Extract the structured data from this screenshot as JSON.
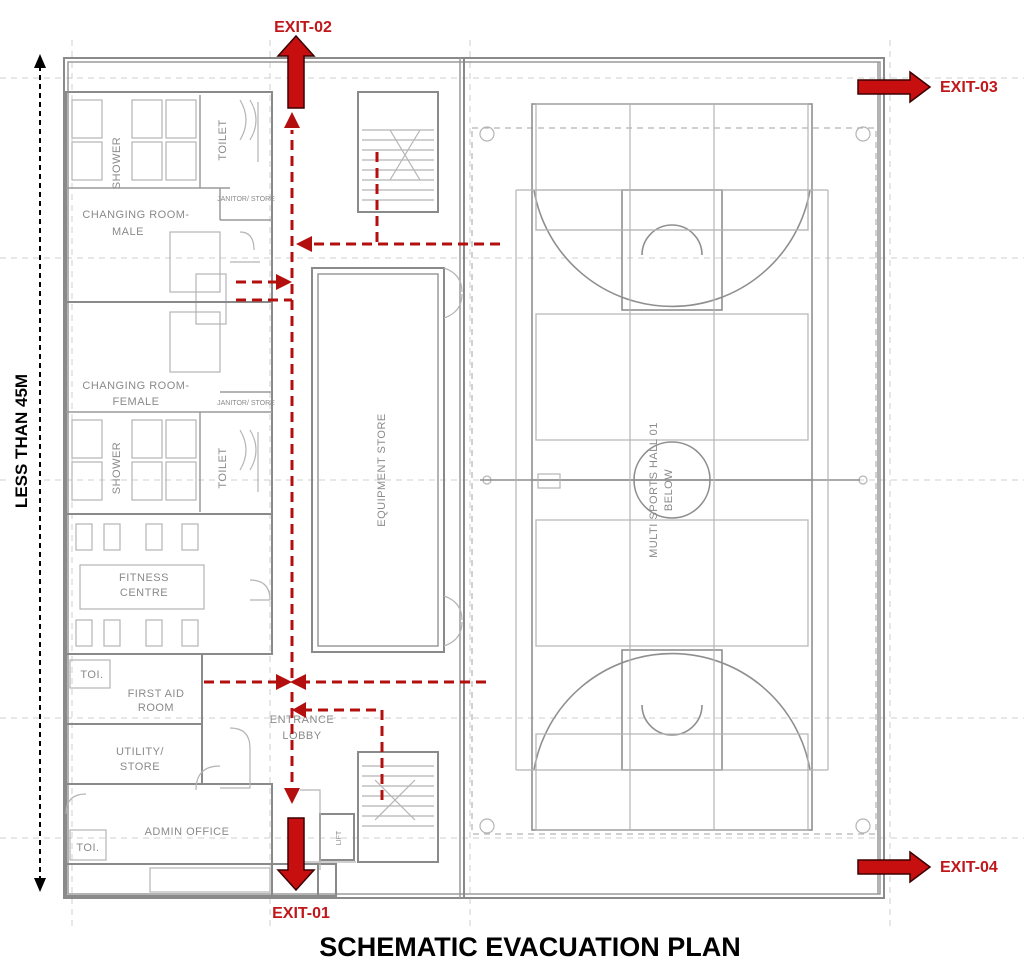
{
  "title": "SCHEMATIC EVACUATION PLAN",
  "dimension_label": "LESS THAN 45M",
  "exits": {
    "exit_01": "EXIT-01",
    "exit_02": "EXIT-02",
    "exit_03": "EXIT-03",
    "exit_04": "EXIT-04"
  },
  "rooms": {
    "shower_male": "SHOWER",
    "toilet_male": "TOILET",
    "janitor_male": "JANITOR/ STORE",
    "changing_male_line1": "CHANGING ROOM-",
    "changing_male_line2": "MALE",
    "changing_female_line1": "CHANGING ROOM-",
    "changing_female_line2": "FEMALE",
    "janitor_female": "JANITOR/ STORE",
    "shower_female": "SHOWER",
    "toilet_female": "TOILET",
    "fitness_line1": "FITNESS",
    "fitness_line2": "CENTRE",
    "toi_1": "TOI.",
    "first_aid_line1": "FIRST AID",
    "first_aid_line2": "ROOM",
    "entrance_line1": "ENTRANCE",
    "entrance_line2": "LOBBY",
    "utility_line1": "UTILITY/",
    "utility_line2": "STORE",
    "admin": "ADMIN OFFICE",
    "toi_2": "TOI.",
    "lift": "LIFT",
    "equipment": "EQUIPMENT STORE",
    "multi_line1": "MULTI SPORTS HALL 01",
    "multi_line2": "BELOW"
  },
  "colors": {
    "route": "#b30f0f",
    "exit_arrow": "#c80f0f",
    "exit_label": "#c0171a",
    "walls": "#8a8a8a"
  }
}
